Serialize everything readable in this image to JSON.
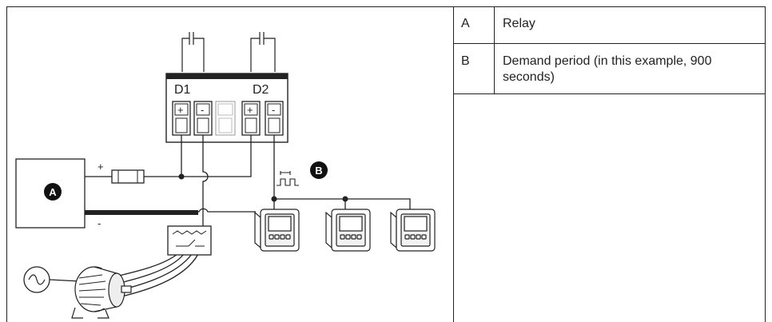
{
  "terminal_block": {
    "label_d1": "D1",
    "label_d2": "D2",
    "plus": "+",
    "minus": "-"
  },
  "supply": {
    "plus": "+",
    "minus": "-"
  },
  "callouts": {
    "a": "A",
    "b": "B"
  },
  "legend": [
    {
      "key": "A",
      "text": "Relay"
    },
    {
      "key": "B",
      "text": "Demand period (in this example, 900 seconds)"
    }
  ],
  "colors": {
    "line": "#222222",
    "meter_face": "#f2f2f2",
    "callout_fill": "#111111"
  }
}
